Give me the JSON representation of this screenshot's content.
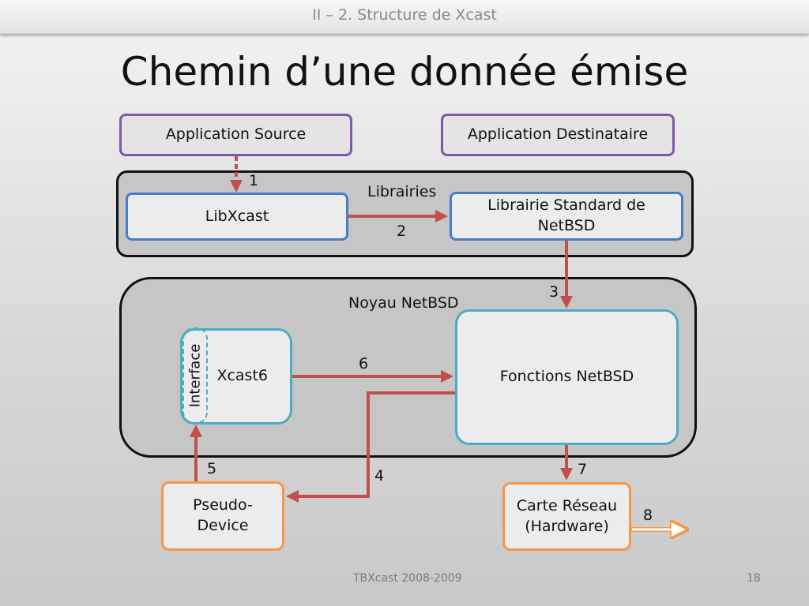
{
  "header": {
    "section": "II – 2. Structure de Xcast"
  },
  "title": "Chemin d’une donnée émise",
  "boxes": {
    "app_source": "Application Source",
    "app_dest": "Application Destinataire",
    "libraries_group": "Librairies",
    "libxcast": "LibXcast",
    "libstd_line1": "Librairie Standard de",
    "libstd_line2": "NetBSD",
    "kernel_group": "Noyau NetBSD",
    "interface": "Interface",
    "xcast6": "Xcast6",
    "fonctions": "Fonctions NetBSD",
    "pseudo_line1": "Pseudo-",
    "pseudo_line2": "Device",
    "carte_line1": "Carte Réseau",
    "carte_line2": "(Hardware)"
  },
  "steps": [
    "1",
    "2",
    "3",
    "4",
    "5",
    "6",
    "7",
    "8"
  ],
  "colors": {
    "arrow": "#c0504d",
    "app_border": "#7b5aa6",
    "lib_border": "#4a7cc6",
    "kernel_box_border": "#4bacc6",
    "hw_border": "#f79646"
  },
  "footer": {
    "left": "TBXcast 2008-2009",
    "page": "18"
  }
}
